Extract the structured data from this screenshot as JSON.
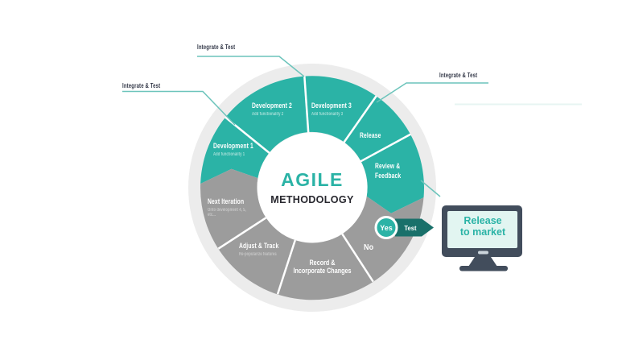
{
  "title": {
    "main": "AGILE",
    "sub": "METHODOLOGY"
  },
  "callouts": {
    "left": "Integrate & Test",
    "top": "Integrate & Test",
    "right": "Integrate & Test"
  },
  "wheel": {
    "segments": {
      "dev1": {
        "main": "Development 1",
        "sub": "Add functionality 1"
      },
      "dev2": {
        "main": "Development 2",
        "sub": "Add functionality 2"
      },
      "dev3": {
        "main": "Development 3",
        "sub": "Add functionality 3"
      },
      "release": {
        "main": "Release"
      },
      "review": {
        "line1": "Review &",
        "line2": "Feedback"
      },
      "no": {
        "main": "No"
      },
      "record": {
        "line1": "Record &",
        "line2": "Incorporate Changes"
      },
      "adjust": {
        "main": "Adjust & Track",
        "sub": "Re-popularize features"
      },
      "next": {
        "main": "Next Iteration",
        "sub1": "Onto development 4, 5,",
        "sub2": "etc..."
      }
    },
    "decision": {
      "yes": "Yes",
      "test": "Test"
    }
  },
  "monitor": {
    "line1": "Release",
    "line2": "to market"
  },
  "colors": {
    "teal": "#2bb3a6",
    "dark_teal": "#19706a",
    "gray": "#9c9c9c",
    "outer_ring": "#ececec",
    "leader_line": "#6cc4bb",
    "callout_text": "#323747",
    "monitor_frame": "#424d5c",
    "monitor_screen": "#e2f5f1",
    "title_teal": "#2bb3a6",
    "title_dark": "#28282f"
  }
}
